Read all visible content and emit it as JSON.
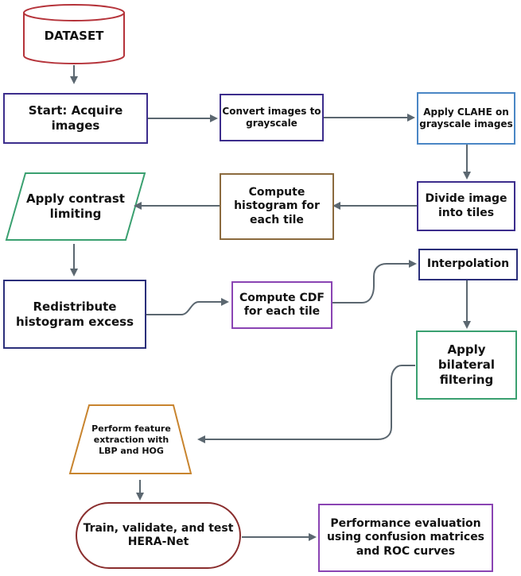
{
  "nodes": {
    "dataset": "DATASET",
    "start": "Start: Acquire\nimages",
    "convert": "Convert images to\ngrayscale",
    "clahe": "Apply CLAHE on\ngrayscale images",
    "divide": "Divide image\ninto tiles",
    "histogram": "Compute\nhistogram for\neach tile",
    "contrast": "Apply contrast\nlimiting",
    "redistribute": "Redistribute\nhistogram excess",
    "cdf": "Compute CDF\nfor each tile",
    "interpolation": "Interpolation",
    "bilateral": "Apply\nbilateral\nfiltering",
    "feature": "Perform feature\nextraction with\nLBP and HOG",
    "train": "Train, validate, and test\nHERA-Net",
    "evaluation": "Performance evaluation\nusing confusion matrices\nand ROC curves"
  },
  "colors": {
    "arrow": "#5b6770",
    "dataset_border": "#b5333a",
    "purple_border": "#3c2d8c",
    "blue_border": "#4a86c5",
    "brown_border": "#8b6a3e",
    "green_border": "#3aa070",
    "orange_border": "#c8842e",
    "dark_red_border": "#8a2e2e",
    "violet_border": "#8a44b3",
    "navy_border": "#2b2f7a"
  }
}
